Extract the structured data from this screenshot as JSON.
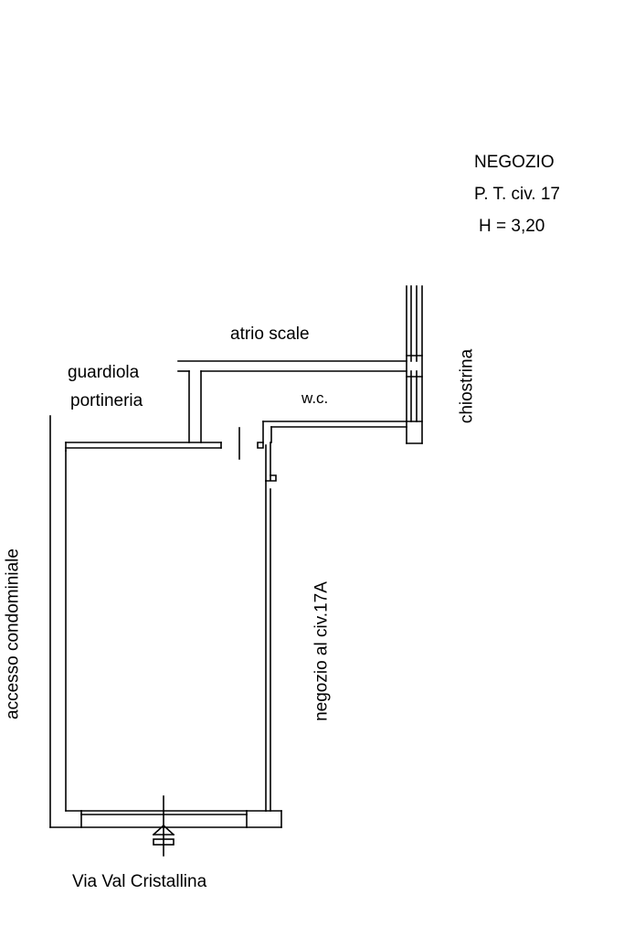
{
  "title_block": {
    "line1": "NEGOZIO",
    "line2": "P. T. civ. 17",
    "line3": "H = 3,20"
  },
  "labels": {
    "atrio": "atrio scale",
    "guardiola_1": "guardiola",
    "guardiola_2": "portineria",
    "wc": "w.c.",
    "chiostrina": "chiostrina",
    "accesso": "accesso condominiale",
    "negozio_adj": "negozio al civ.17A",
    "street": "Via Val Cristallina"
  },
  "colors": {
    "line": "#000000",
    "background": "#ffffff"
  }
}
